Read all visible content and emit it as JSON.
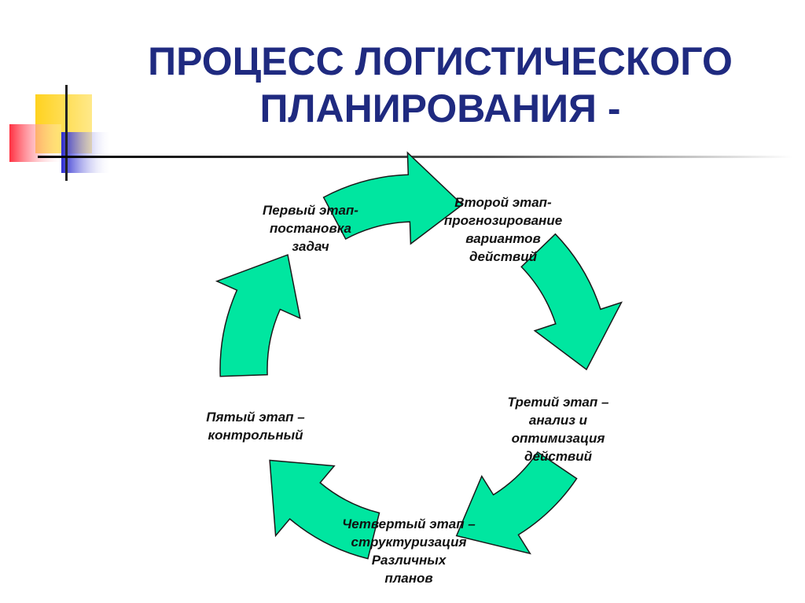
{
  "slide": {
    "title_lines": [
      "ПРОЦЕСС ЛОГИСТИЧЕСКОГО",
      "ПЛАНИРОВАНИЯ -"
    ]
  },
  "colors": {
    "title": "#1f2a80",
    "arrow_fill": "#00e6a0",
    "arrow_stroke": "#1a1a1a",
    "deco_yellow": "#ffd21f",
    "deco_red": "#ff3b4a",
    "deco_blue": "#2a2ad0"
  },
  "stages": [
    {
      "id": "first",
      "lines": [
        "Первый этап-",
        "постановка",
        "задач"
      ]
    },
    {
      "id": "second",
      "lines": [
        "Второй этап-",
        "прогнозирование",
        "вариантов",
        "действий"
      ]
    },
    {
      "id": "third",
      "lines": [
        "Третий этап –",
        "анализ и",
        "оптимизация",
        "действий"
      ]
    },
    {
      "id": "fourth",
      "lines": [
        "Четвертый этап –",
        "структуризация",
        "Различных",
        "планов"
      ]
    },
    {
      "id": "fifth",
      "lines": [
        "Пятый этап –",
        "контрольный"
      ]
    }
  ]
}
